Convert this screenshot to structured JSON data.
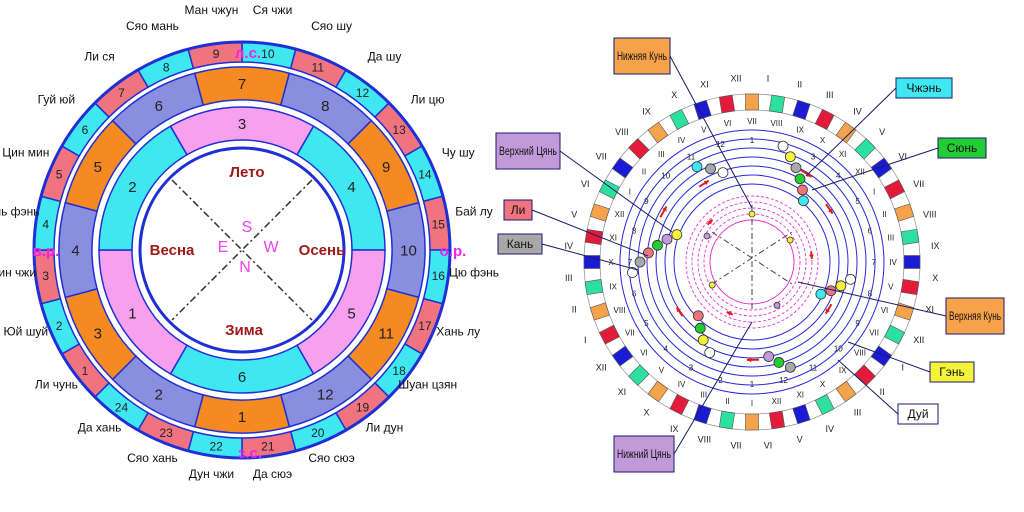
{
  "left_diagram": {
    "outer_ring": [
      {
        "n": "10",
        "color": "#3fe8f0"
      },
      {
        "n": "11",
        "color": "#ef7480"
      },
      {
        "n": "12",
        "color": "#3fe8f0"
      },
      {
        "n": "13",
        "color": "#ef7480"
      },
      {
        "n": "14",
        "color": "#3fe8f0"
      },
      {
        "n": "15",
        "color": "#ef7480"
      },
      {
        "n": "16",
        "color": "#3fe8f0"
      },
      {
        "n": "17",
        "color": "#ef7480"
      },
      {
        "n": "18",
        "color": "#3fe8f0"
      },
      {
        "n": "19",
        "color": "#ef7480"
      },
      {
        "n": "20",
        "color": "#3fe8f0"
      },
      {
        "n": "21",
        "color": "#ef7480"
      },
      {
        "n": "22",
        "color": "#3fe8f0"
      },
      {
        "n": "23",
        "color": "#ef7480"
      },
      {
        "n": "24",
        "color": "#3fe8f0"
      },
      {
        "n": "1",
        "color": "#ef7480"
      },
      {
        "n": "2",
        "color": "#3fe8f0"
      },
      {
        "n": "3",
        "color": "#ef7480"
      },
      {
        "n": "4",
        "color": "#3fe8f0"
      },
      {
        "n": "5",
        "color": "#ef7480"
      },
      {
        "n": "6",
        "color": "#3fe8f0"
      },
      {
        "n": "7",
        "color": "#ef7480"
      },
      {
        "n": "8",
        "color": "#3fe8f0"
      },
      {
        "n": "9",
        "color": "#ef7480"
      }
    ],
    "middle_ring": [
      {
        "n": "7",
        "color": "#f58a22"
      },
      {
        "n": "8",
        "color": "#8a8edf"
      },
      {
        "n": "9",
        "color": "#f58a22"
      },
      {
        "n": "10",
        "color": "#8a8edf"
      },
      {
        "n": "11",
        "color": "#f58a22"
      },
      {
        "n": "12",
        "color": "#8a8edf"
      },
      {
        "n": "1",
        "color": "#f58a22"
      },
      {
        "n": "2",
        "color": "#8a8edf"
      },
      {
        "n": "3",
        "color": "#f58a22"
      },
      {
        "n": "4",
        "color": "#8a8edf"
      },
      {
        "n": "5",
        "color": "#f58a22"
      },
      {
        "n": "6",
        "color": "#8a8edf"
      }
    ],
    "inner_ring": [
      {
        "n": "4",
        "color": "#3fe8f0"
      },
      {
        "n": "5",
        "color": "#f7a0ee"
      },
      {
        "n": "6",
        "color": "#3fe8f0"
      },
      {
        "n": "1",
        "color": "#f7a0ee"
      },
      {
        "n": "2",
        "color": "#3fe8f0"
      },
      {
        "n": "3",
        "color": "#f7a0ee"
      }
    ],
    "seasons": {
      "summer": "Лето",
      "autumn": "Осень",
      "winter": "Зима",
      "spring": "Весна"
    },
    "compass": {
      "s": "S",
      "w": "W",
      "n": "N",
      "e": "E"
    },
    "markers": {
      "top": "л.с.",
      "bottom": "з.с.",
      "left": "в.р.",
      "right": "о.р."
    },
    "outer_names": [
      "Ман чжун",
      "Ся чжи",
      "Сяо шу",
      "Да шу",
      "Ли цю",
      "Чу шу",
      "Бай лу",
      "Цю фэнь",
      "Хань лу",
      "Шуан цзян",
      "Ли дун",
      "Сяо сюэ",
      "Да сюэ",
      "Дун чжи",
      "Сяо хань",
      "Да хань",
      "Ли чунь",
      "Юй шуй",
      "Цзин чжи",
      "Чунь фэнь",
      "Цин мин",
      "Гуй юй",
      "Ли ся",
      "Сяо мань"
    ]
  },
  "right_diagram": {
    "roman_numerals": [
      "I",
      "II",
      "III",
      "IV",
      "V",
      "VI",
      "VII",
      "VIII",
      "IX",
      "X",
      "XI",
      "XII"
    ],
    "ring_colors": [
      "#f5a24a",
      "#2de0a0",
      "#1b1bd6",
      "#e31b3a",
      "#f5a24a",
      "#2de0a0",
      "#1b1bd6",
      "#e31b3a"
    ],
    "callouts": [
      {
        "label": "Нижняя Кунь",
        "color": "#f5a24a"
      },
      {
        "label": "Чжэнь",
        "color": "#3fe8f0"
      },
      {
        "label": "Сюнь",
        "color": "#22cc33"
      },
      {
        "label": "Верхний Цянь",
        "color": "#c39ad9"
      },
      {
        "label": "Ли",
        "color": "#ef7480"
      },
      {
        "label": "Кань",
        "color": "#a8a8a8"
      },
      {
        "label": "Верхняя Кунь",
        "color": "#f5a24a"
      },
      {
        "label": "Гэнь",
        "color": "#f5f23a"
      },
      {
        "label": "Дуй",
        "color": "#ffffff"
      },
      {
        "label": "Нижний Цянь",
        "color": "#c39ad9"
      }
    ]
  }
}
